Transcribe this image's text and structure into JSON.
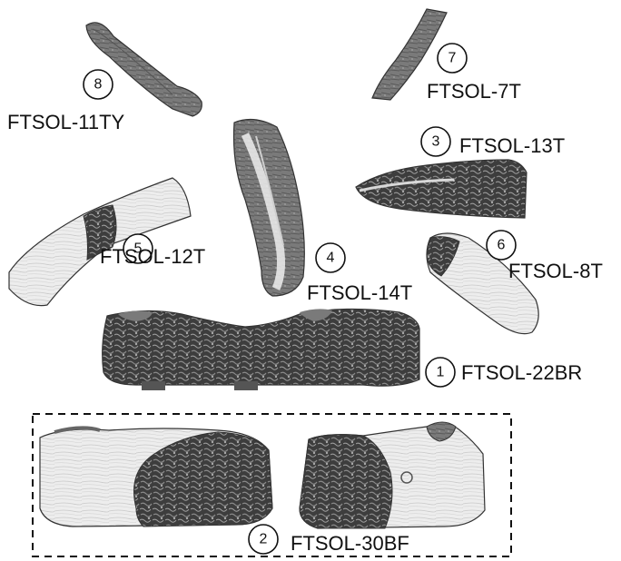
{
  "parts": [
    {
      "number": "1",
      "code": "FTSOL-22BR"
    },
    {
      "number": "2",
      "code": "FTSOL-30BF"
    },
    {
      "number": "3",
      "code": "FTSOL-13T"
    },
    {
      "number": "4",
      "code": "FTSOL-14T"
    },
    {
      "number": "5",
      "code": "FTSOL-12T"
    },
    {
      "number": "6",
      "code": "FTSOL-8T"
    },
    {
      "number": "7",
      "code": "FTSOL-7T"
    },
    {
      "number": "8",
      "code": "FTSOL-11TY"
    }
  ],
  "colors": {
    "char": "#3a3a3a",
    "wood": "#ececec",
    "bark": "#6e6e6e",
    "outline": "#222222"
  }
}
